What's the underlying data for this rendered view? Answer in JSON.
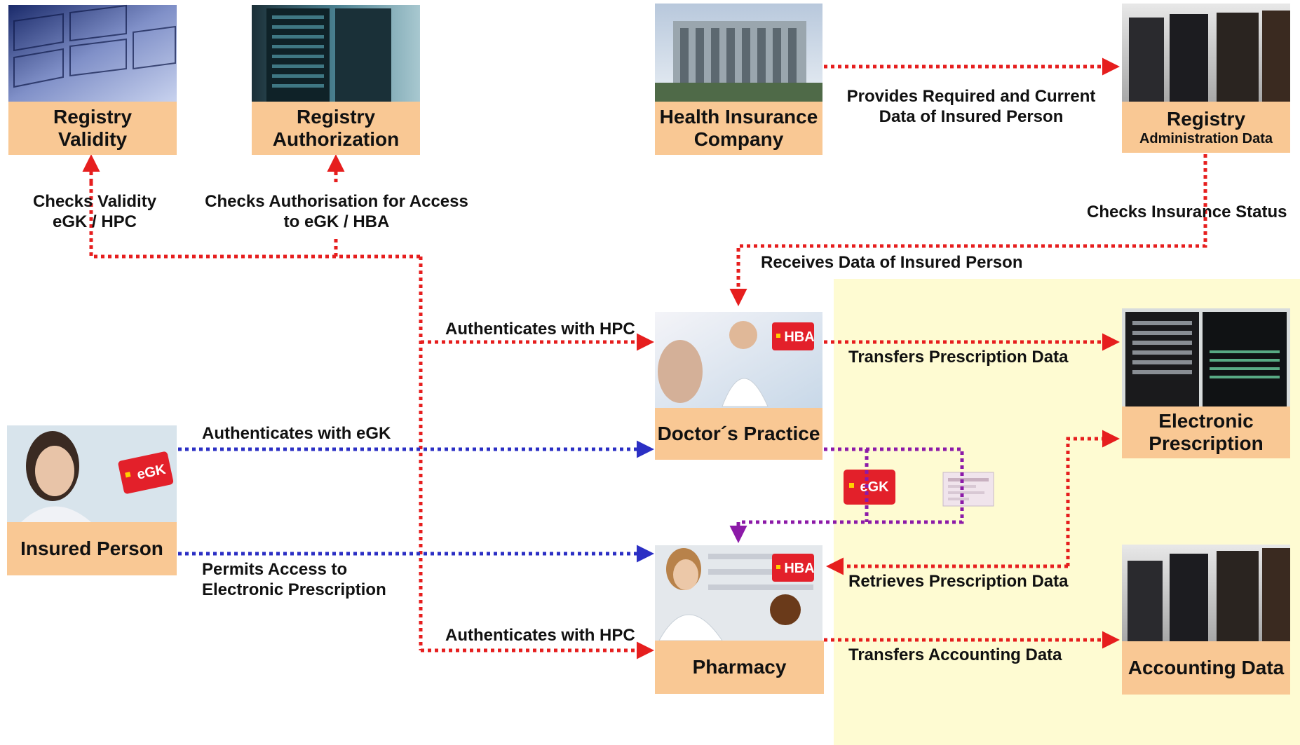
{
  "colors": {
    "red_flow": "#e61e1e",
    "blue_flow": "#2b2fc4",
    "purple_flow": "#8c1aa8",
    "node_fill": "#f9c894",
    "highlight_zone": "#fefbd2",
    "card_red": "#e3202a"
  },
  "nodes": {
    "registry_validity": {
      "line1": "Registry",
      "line2": "Validity",
      "icon": "filing-cabinet-photo"
    },
    "registry_authorization": {
      "line1": "Registry",
      "line2": "Authorization",
      "icon": "server-rack-photo"
    },
    "health_insurance": {
      "line1": "Health Insurance",
      "line2": "Company",
      "icon": "office-building-photo"
    },
    "registry_admin": {
      "line1": "Registry",
      "line2": "Administration Data",
      "icon": "server-room-photo"
    },
    "doctors_practice": {
      "line1": "Doctor´s Practice",
      "icon": "doctor-consultation-photo"
    },
    "electronic_prescription": {
      "line1": "Electronic",
      "line2": "Prescription",
      "icon": "server-cabinet-photo"
    },
    "insured_person": {
      "line1": "Insured Person",
      "icon": "patient-photo"
    },
    "pharmacy": {
      "line1": "Pharmacy",
      "icon": "pharmacist-photo"
    },
    "accounting_data": {
      "line1": "Accounting Data",
      "icon": "server-room-photo"
    }
  },
  "cards": {
    "hba": "HBA",
    "egk": "eGK"
  },
  "edges": {
    "checks_validity": {
      "line1": "Checks Validity",
      "line2": "eGK / HPC"
    },
    "checks_authorisation": {
      "line1": "Checks Authorisation for Access",
      "line2": "to eGK / HBA"
    },
    "provides_data": {
      "line1": "Provides Required and Current",
      "line2": "Data of Insured Person"
    },
    "checks_insurance": "Checks Insurance Status",
    "receives_data": "Receives Data of Insured Person",
    "auth_hpc_doctor": "Authenticates with HPC",
    "transfers_prescription": "Transfers Prescription Data",
    "auth_egk": "Authenticates with eGK",
    "permits_access": {
      "line1": "Permits Access to",
      "line2": "Electronic Prescription"
    },
    "retrieves_prescription": "Retrieves Prescription Data",
    "auth_hpc_pharmacy": "Authenticates with HPC",
    "transfers_accounting": "Transfers Accounting Data"
  }
}
